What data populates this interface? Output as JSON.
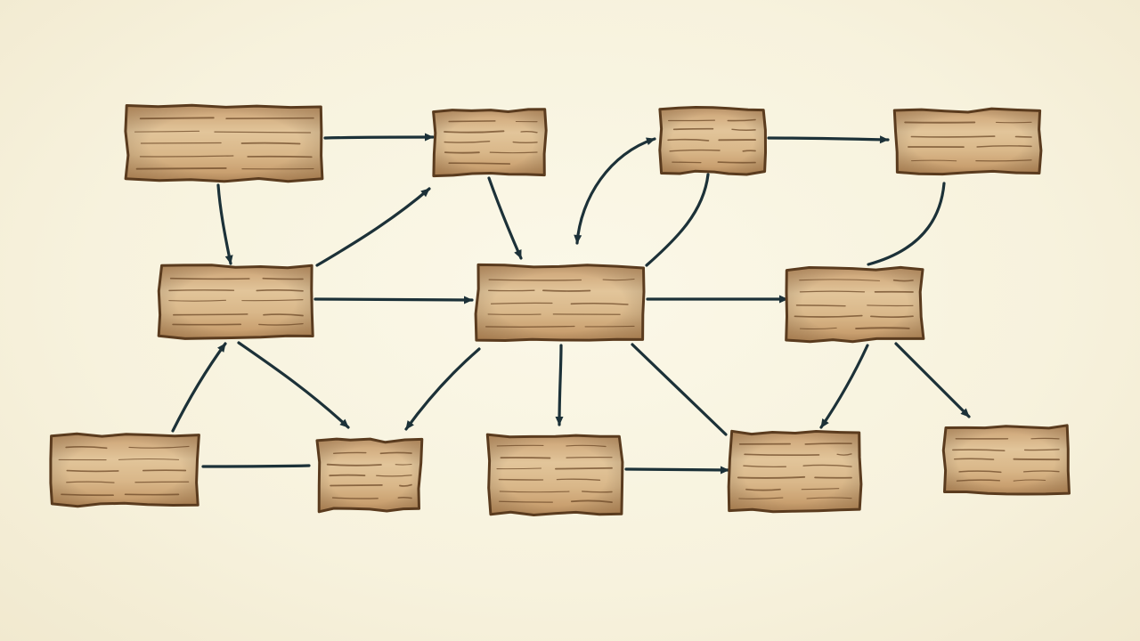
{
  "diagram": {
    "type": "flow-diagram",
    "style": "hand-drawn wooden planks",
    "colors": {
      "background": "#f8f4e2",
      "plank_fill": "#d2ad7e",
      "plank_light": "#e3c79d",
      "plank_edge": "#5a3b1e",
      "grain": "#6e4a28",
      "arrow": "#1c3138"
    },
    "nodes": [
      {
        "id": "n1",
        "label": ""
      },
      {
        "id": "n2",
        "label": ""
      },
      {
        "id": "n3",
        "label": ""
      },
      {
        "id": "n4",
        "label": ""
      },
      {
        "id": "n5",
        "label": ""
      },
      {
        "id": "n6",
        "label": ""
      },
      {
        "id": "n7",
        "label": ""
      },
      {
        "id": "n8",
        "label": ""
      },
      {
        "id": "n9",
        "label": ""
      },
      {
        "id": "n10",
        "label": ""
      },
      {
        "id": "n11",
        "label": ""
      },
      {
        "id": "n12",
        "label": ""
      }
    ],
    "edges": [
      {
        "id": "e1",
        "from": "n1",
        "to": "n2",
        "arrow": "end"
      },
      {
        "id": "e2",
        "from": "n1",
        "to": "n5",
        "arrow": "end"
      },
      {
        "id": "e3",
        "from": "n5",
        "to": "n2",
        "arrow": "end"
      },
      {
        "id": "e4",
        "from": "n2",
        "to": "n6",
        "arrow": "end"
      },
      {
        "id": "e5",
        "from": "n3",
        "to": "n6",
        "arrow": "both"
      },
      {
        "id": "e6",
        "from": "n3",
        "to": "n4",
        "arrow": "end"
      },
      {
        "id": "e7",
        "from": "n3",
        "to": "n6",
        "arrow": "none"
      },
      {
        "id": "e8",
        "from": "n4",
        "to": "n7",
        "arrow": "none"
      },
      {
        "id": "e9",
        "from": "n5",
        "to": "n6",
        "arrow": "end"
      },
      {
        "id": "e10",
        "from": "n6",
        "to": "n7",
        "arrow": "end"
      },
      {
        "id": "e11",
        "from": "n8",
        "to": "n5",
        "arrow": "end"
      },
      {
        "id": "e12",
        "from": "n5",
        "to": "n9",
        "arrow": "end"
      },
      {
        "id": "e13",
        "from": "n8",
        "to": "n9",
        "arrow": "none"
      },
      {
        "id": "e14",
        "from": "n6",
        "to": "n9",
        "arrow": "end"
      },
      {
        "id": "e15",
        "from": "n6",
        "to": "n10",
        "arrow": "end"
      },
      {
        "id": "e16",
        "from": "n6",
        "to": "n11",
        "arrow": "none"
      },
      {
        "id": "e17",
        "from": "n10",
        "to": "n11",
        "arrow": "end"
      },
      {
        "id": "e18",
        "from": "n7",
        "to": "n11",
        "arrow": "end"
      },
      {
        "id": "e19",
        "from": "n7",
        "to": "n12",
        "arrow": "end"
      }
    ]
  }
}
